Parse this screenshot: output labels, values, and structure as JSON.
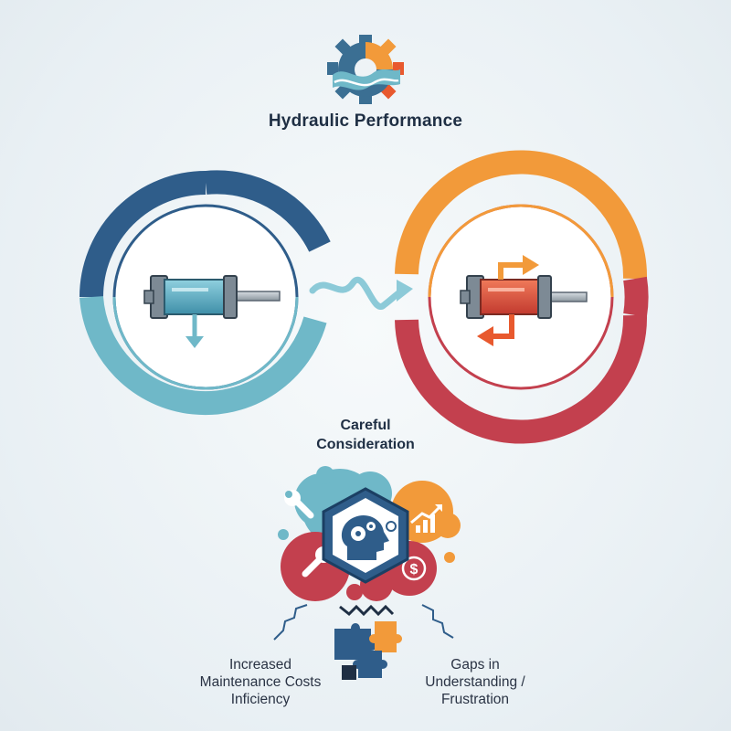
{
  "title": "Hydraulic Performance",
  "center_label": {
    "line1": "Careful",
    "line2": "Consideration"
  },
  "left_caption": {
    "line1": "Increased",
    "line2": "Maintenance Costs",
    "line3": "Inficiency"
  },
  "right_caption": {
    "line1": "Gaps in",
    "line2": "Understanding /",
    "line3": "Frustration"
  },
  "colors": {
    "navy": "#2f5d8a",
    "teal": "#6fb8c8",
    "orange": "#f29a3a",
    "crimson": "#c3404e",
    "red": "#d9483c",
    "text": "#1f2f44"
  },
  "icons": [
    "gear-logo-icon",
    "hydraulic-cylinder-icon",
    "down-arrow-icon",
    "wavy-arrow-icon",
    "bidirectional-arrow-icon",
    "head-gears-icon",
    "wrench-icon",
    "rising-chart-icon",
    "dollar-icon",
    "puzzle-icon"
  ]
}
